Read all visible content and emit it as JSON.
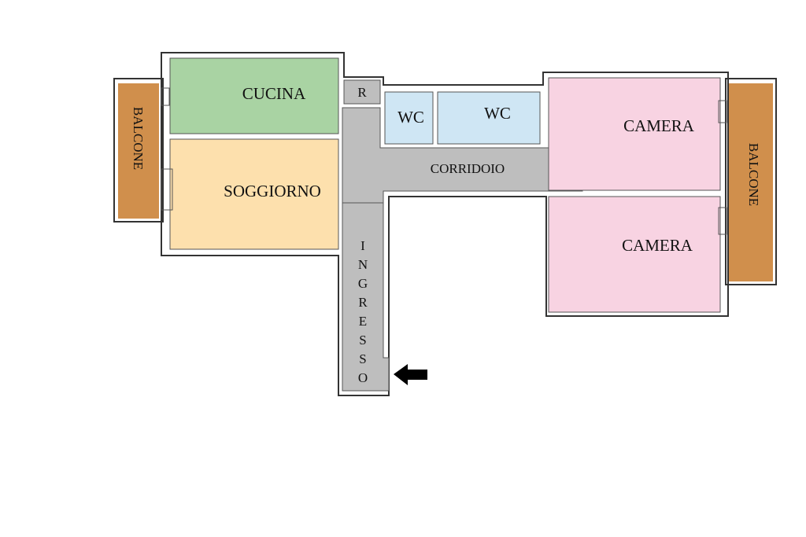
{
  "rooms": {
    "cucina": {
      "label": "CUCINA",
      "color": "#a9d3a3"
    },
    "soggiorno": {
      "label": "SOGGIORNO",
      "color": "#fde0ad"
    },
    "balcone_left": {
      "label": "BALCONE",
      "color": "#d08f4c"
    },
    "balcone_right": {
      "label": "BALCONE",
      "color": "#d08f4c"
    },
    "ripostiglio": {
      "label": "R",
      "color": "#bebebe"
    },
    "wc_1": {
      "label": "WC",
      "color": "#cfe6f4"
    },
    "wc_2": {
      "label": "WC",
      "color": "#cfe6f4"
    },
    "corridoio": {
      "label": "CORRIDOIO",
      "color": "#bebebe"
    },
    "ingresso": {
      "label": "INGRESSO",
      "color": "#bebebe"
    },
    "camera_1": {
      "label": "CAMERA",
      "color": "#f8d3e2"
    },
    "camera_2": {
      "label": "CAMERA",
      "color": "#f8d3e2"
    }
  },
  "ingresso_letters": [
    "I",
    "N",
    "G",
    "R",
    "E",
    "S",
    "S",
    "O"
  ],
  "balcone_left_letters": [
    "B",
    "A",
    "L",
    "C",
    "O",
    "N",
    "E"
  ],
  "balcone_right_letters": [
    "B",
    "A",
    "L",
    "C",
    "O",
    "N",
    "E"
  ],
  "entrance_arrow": {
    "icon": "entrance-arrow-icon",
    "color": "#000000"
  },
  "wall_color": "#333333"
}
